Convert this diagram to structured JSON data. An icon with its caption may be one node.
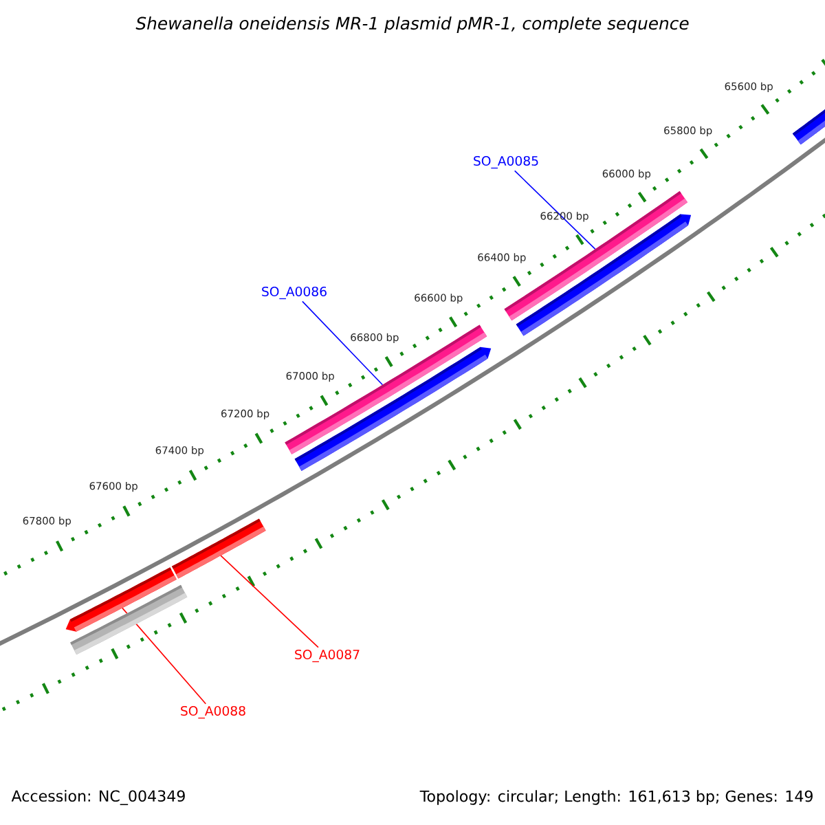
{
  "diagram": {
    "title": "Shewanella oneidensis MR-1 plasmid pMR-1, complete sequence",
    "nodes": [
      {
        "text": [
          "SO_A0085"
        ]
      },
      {
        "text": [
          "SO_A0086"
        ]
      },
      {
        "text": [
          "SO_A0087"
        ]
      },
      {
        "text": [
          "SO_A0088"
        ]
      },
      {
        "text": [],
        "shape": "bar"
      },
      {
        "text": [],
        "shape": "bar"
      },
      {
        "text": [],
        "shape": "bar"
      },
      {
        "text": [],
        "shape": "bar"
      },
      {
        "text": [],
        "shape": "bar"
      },
      {
        "text": [],
        "shape": "bar"
      },
      {
        "text": [],
        "shape": "bar"
      },
      {
        "text": [],
        "shape": "bar"
      }
    ],
    "edges": [
      {
        "from": 0,
        "to": 5,
        "arrow": "none",
        "color": "#0000ff"
      },
      {
        "from": 1,
        "to": 7,
        "arrow": "none",
        "color": "#0000ff"
      },
      {
        "from": 2,
        "to": 9,
        "arrow": "none",
        "color": "#ff0000"
      },
      {
        "from": 3,
        "to": 10,
        "arrow": "none",
        "color": "#ff0000"
      }
    ],
    "labels": [
      "65600 bp",
      "65800 bp",
      "66000 bp",
      "66200 bp",
      "66400 bp",
      "66600 bp",
      "66800 bp",
      "67000 bp",
      "67200 bp",
      "67400 bp",
      "67600 bp",
      "67800 bp",
      "Accession: NC_004349",
      "Topology: circular; Length: 161,613 bp; Genes: 149"
    ]
  }
}
